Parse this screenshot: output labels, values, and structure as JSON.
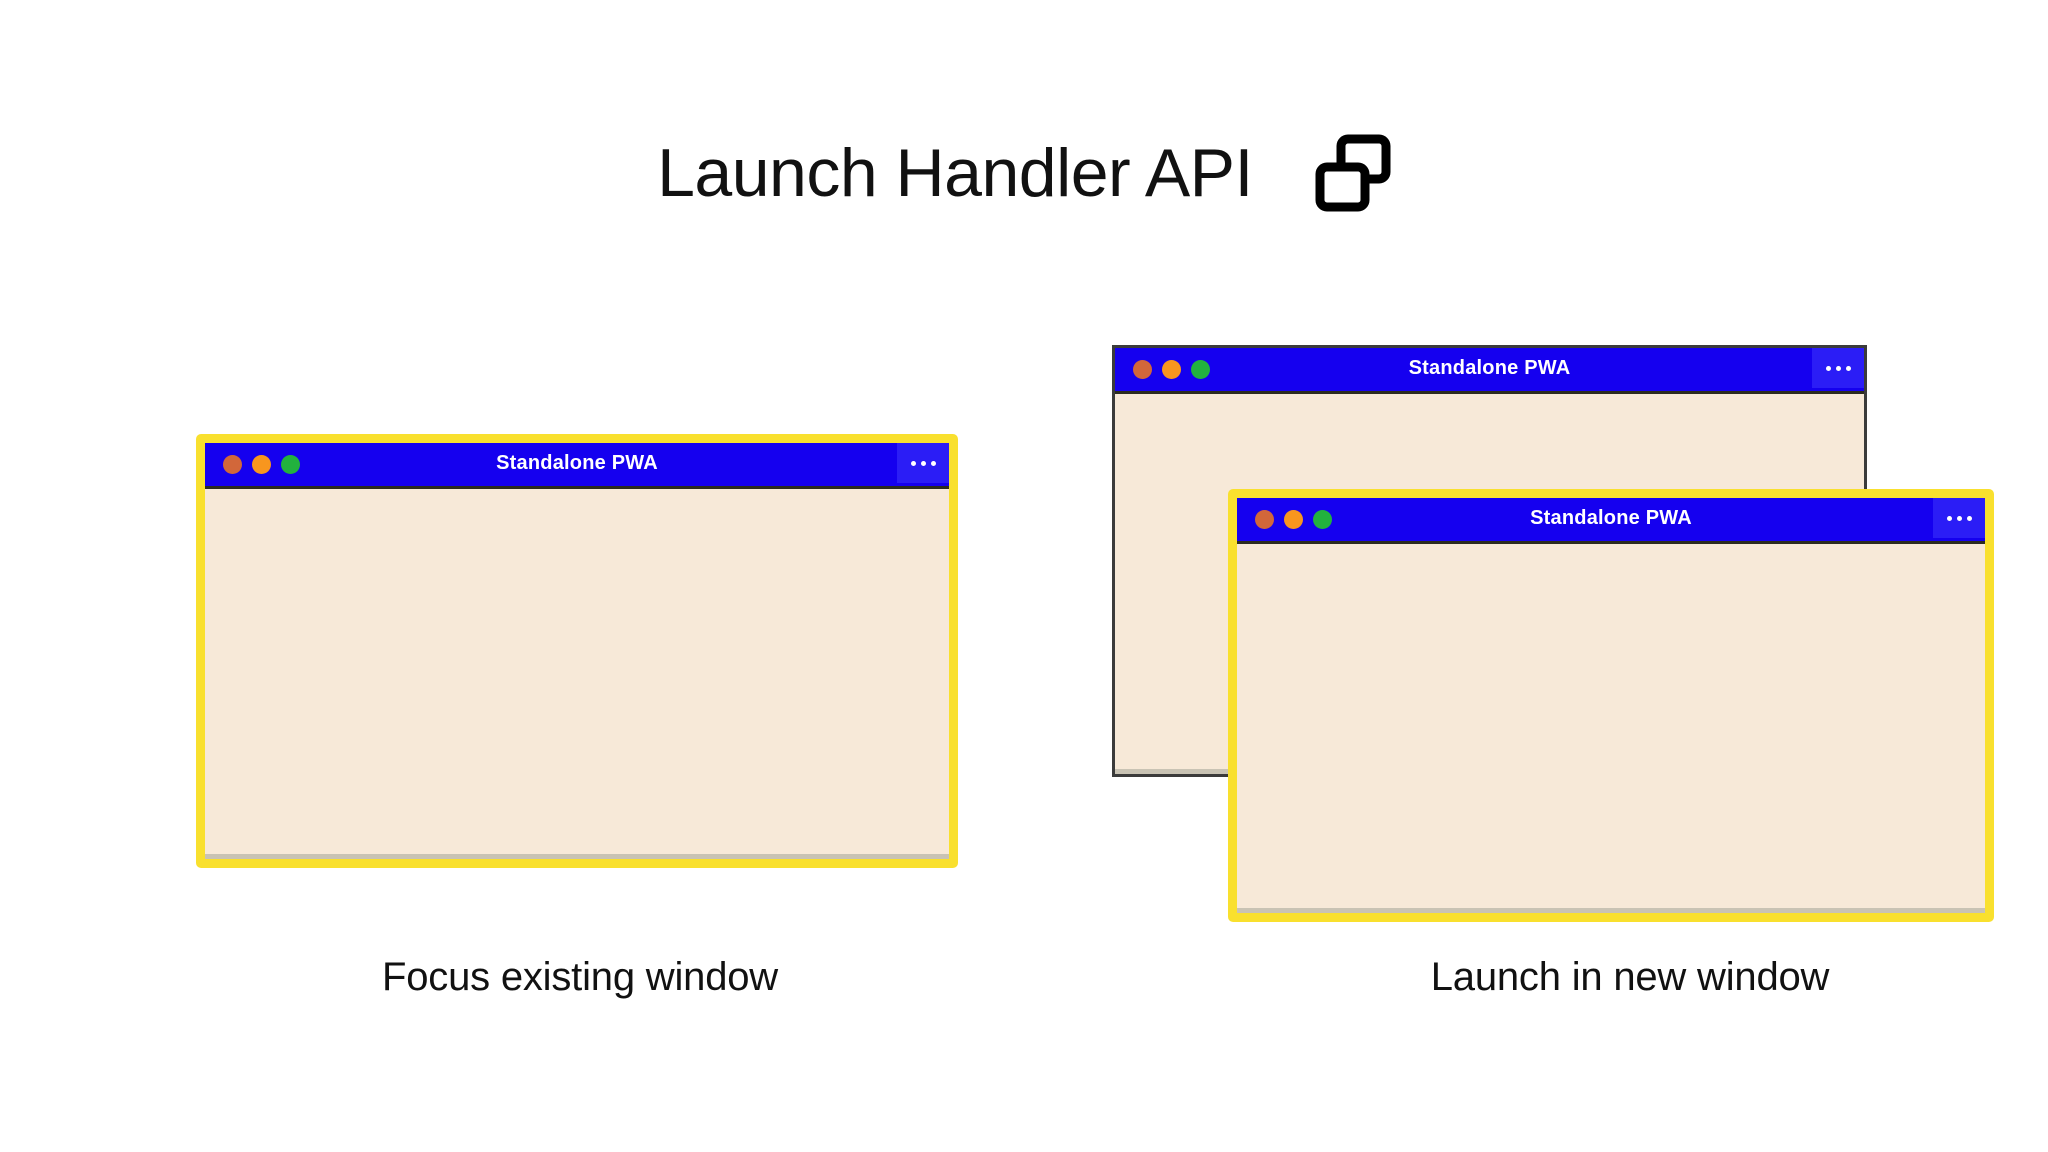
{
  "page": {
    "background_color": "#ffffff",
    "title": "Launch Handler API",
    "title_icon": "multi-window-icon"
  },
  "colors": {
    "titlebar_blue": "#1500ef",
    "menu_blue": "#2b1df6",
    "window_body_cream": "#f7e9d8",
    "highlight_yellow": "#f9e02e",
    "plain_border_gray": "#3b3b3b",
    "dot_close": "#d2673a",
    "dot_minimize": "#f8961e",
    "dot_maximize": "#22b23e",
    "text_dark": "#111111",
    "titlebar_text": "#ffffff"
  },
  "panels": [
    {
      "id": "focus-existing",
      "caption": "Focus existing window",
      "windows": [
        {
          "id": "window-focus",
          "title": "Standalone PWA",
          "state": "highlighted",
          "menu_label": "window-menu-icon",
          "traffic_lights": [
            "close",
            "minimize",
            "maximize"
          ]
        }
      ]
    },
    {
      "id": "launch-new",
      "caption": "Launch in new window",
      "windows": [
        {
          "id": "window-back",
          "title": "Standalone PWA",
          "state": "plain",
          "menu_label": "window-menu-icon",
          "traffic_lights": [
            "close",
            "minimize",
            "maximize"
          ]
        },
        {
          "id": "window-new",
          "title": "Standalone PWA",
          "state": "highlighted",
          "menu_label": "window-menu-icon",
          "traffic_lights": [
            "close",
            "minimize",
            "maximize"
          ]
        }
      ]
    }
  ]
}
